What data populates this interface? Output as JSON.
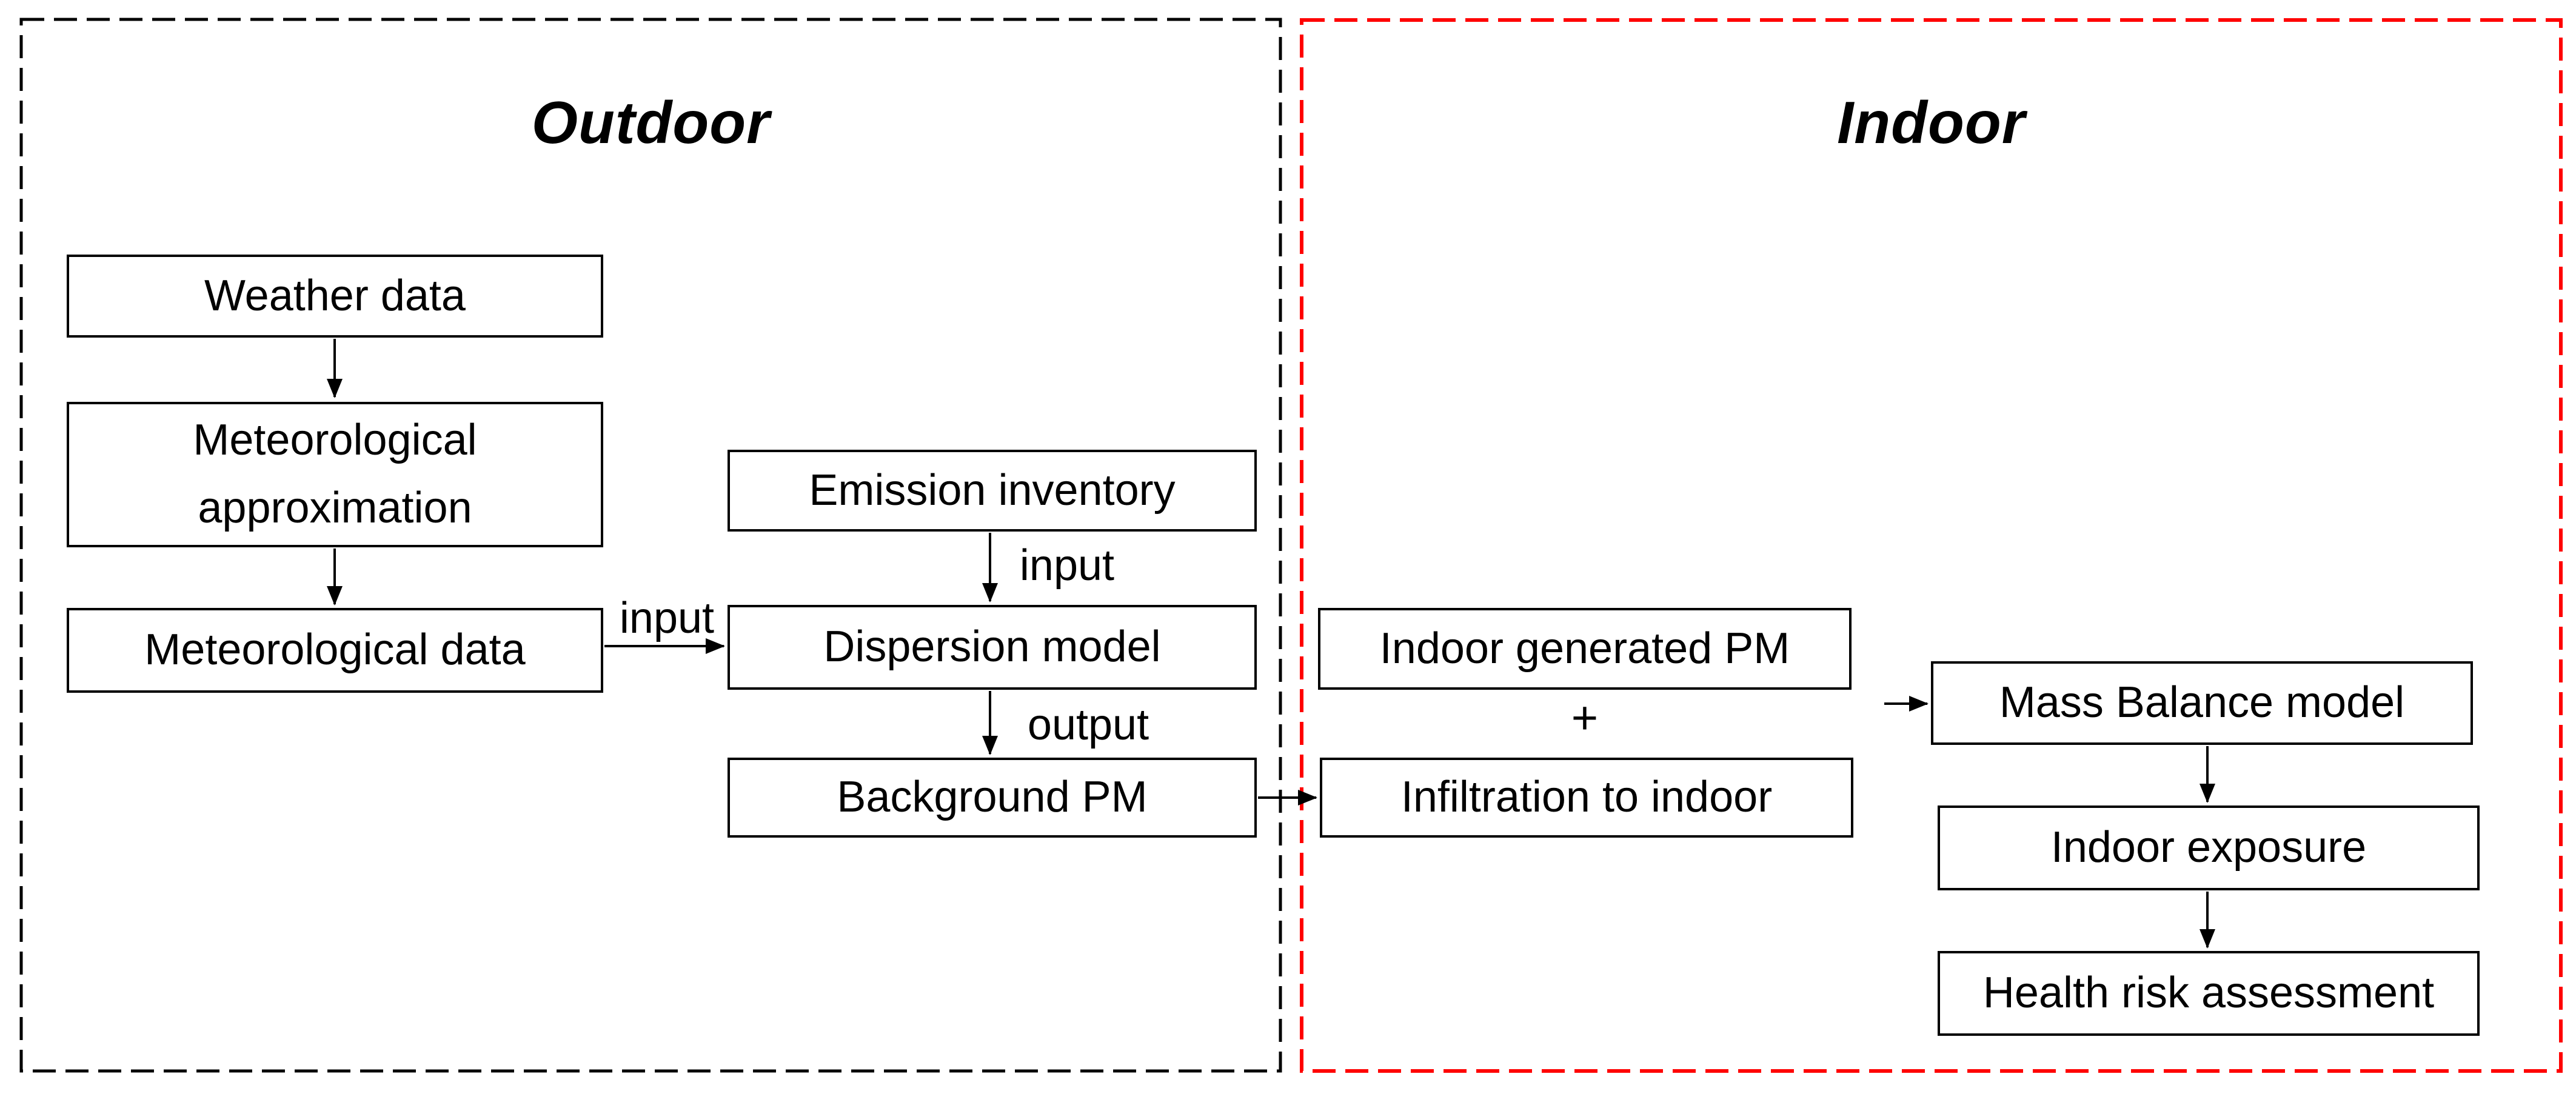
{
  "sections": {
    "outdoor": {
      "title": "Outdoor",
      "border_color": "#000000"
    },
    "indoor": {
      "title": "Indoor",
      "border_color": "#FF0000"
    }
  },
  "nodes": {
    "weather_data": {
      "label": "Weather data"
    },
    "met_approx": {
      "label": "Meteorological approximation"
    },
    "met_data": {
      "label": "Meteorological data"
    },
    "emission_inventory": {
      "label": "Emission inventory"
    },
    "dispersion_model": {
      "label": "Dispersion model"
    },
    "background_pm": {
      "label": "Background PM"
    },
    "indoor_generated_pm": {
      "label": "Indoor generated PM"
    },
    "infiltration_to_indoor": {
      "label": "Infiltration to indoor"
    },
    "mass_balance_model": {
      "label": "Mass Balance model"
    },
    "indoor_exposure": {
      "label": "Indoor exposure"
    },
    "health_risk_assessment": {
      "label": "Health risk assessment"
    }
  },
  "edge_labels": {
    "met_data_to_dispersion": "input",
    "emission_to_dispersion": "input",
    "dispersion_to_background": "output",
    "combine_plus": "+"
  },
  "line_color": "#000000"
}
